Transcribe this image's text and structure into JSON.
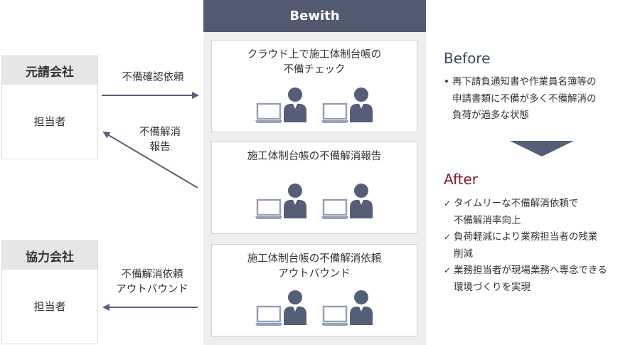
{
  "center": {
    "header": "Bewith",
    "panels": [
      {
        "title_line1": "クラウド上で施工体制台帳の",
        "title_line2": "不備チェック"
      },
      {
        "title_line1": "施工体制台帳の不備解消報告",
        "title_line2": ""
      },
      {
        "title_line1": "施工体制台帳の不備解消依頼",
        "title_line2": "アウトバウンド"
      }
    ]
  },
  "left": {
    "prime": {
      "name": "元請会社",
      "person": "担当者"
    },
    "partner": {
      "name": "協力会社",
      "person": "担当者"
    }
  },
  "arrows": {
    "a1": "不備確認依頼",
    "a2_line1": "不備解消",
    "a2_line2": "報告",
    "a3_line1": "不備解消依頼",
    "a3_line2": "アウトバウンド"
  },
  "right": {
    "before_title": "Before",
    "before_lines": [
      "再下請負通知書や作業員名簿等の",
      "申請書類に不備が多く不備解消の",
      "負荷が過多な状態"
    ],
    "after_title": "After",
    "after_items": [
      {
        "line1": "タイムリーな不備解消依頼で",
        "line2": "不備解消率向上"
      },
      {
        "line1": "負荷軽減により業務担当者の残業",
        "line2": "削減"
      },
      {
        "line1": "業務担当者が現場業務へ専念できる",
        "line2": "環境づくりを実現"
      }
    ],
    "bullet": "•",
    "check": "✓"
  },
  "colors": {
    "header_bg": "#515a6e",
    "before": "#3d4a66",
    "after": "#8b1a2b",
    "arrow": "#56627a",
    "laptop": "#9aa0b5",
    "person": "#545e77"
  }
}
